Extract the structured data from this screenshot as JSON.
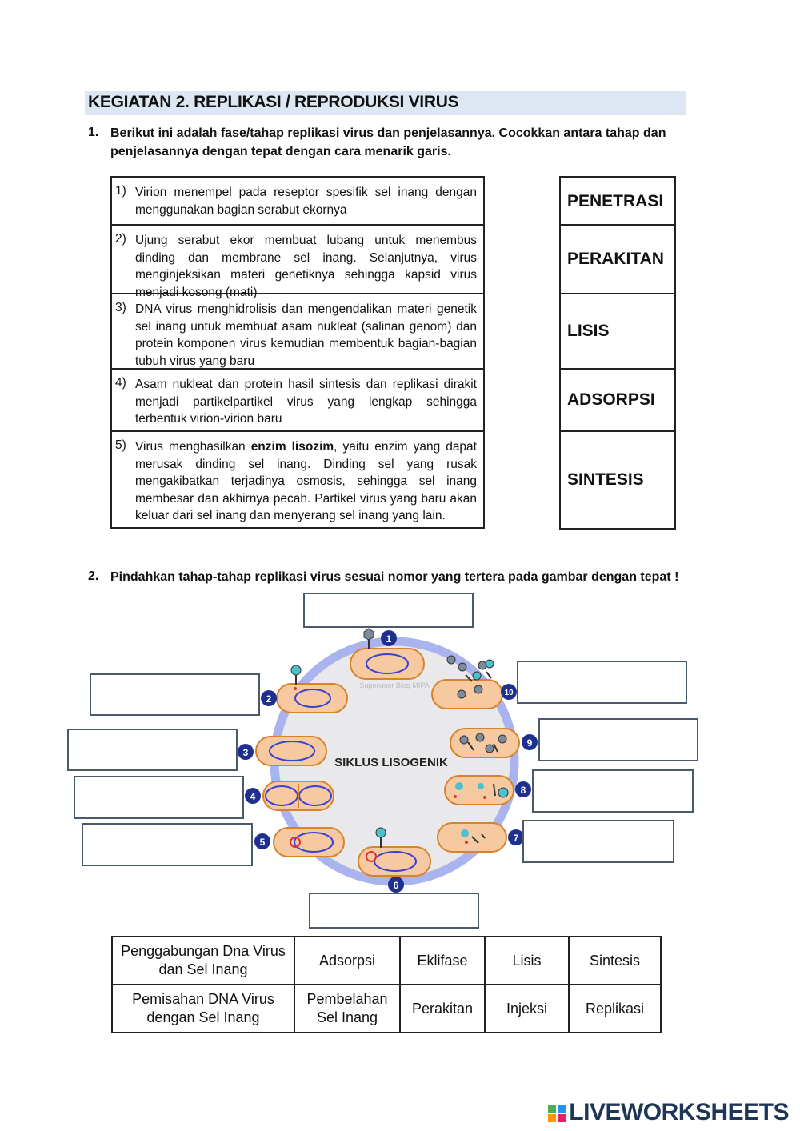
{
  "heading": "KEGIATAN 2. REPLIKASI / REPRODUKSI VIRUS",
  "question1": {
    "number": "1.",
    "text_line1": "Berikut ini adalah fase/tahap replikasi virus dan penjelasannya. Cocokkan antara tahap dan",
    "text_line2": "penjelasannya dengan tepat dengan cara menarik garis."
  },
  "descriptions": [
    {
      "n": "1)",
      "text": "Virion menempel pada reseptor spesifik sel inang dengan menggunakan bagian serabut ekornya"
    },
    {
      "n": "2)",
      "text": "Ujung serabut ekor membuat lubang untuk menembus dinding dan membrane sel inang. Selanjutnya, virus menginjeksikan materi genetiknya sehingga kapsid virus menjadi kosong (mati)"
    },
    {
      "n": "3)",
      "text": "DNA virus menghidrolisis dan mengendalikan materi genetik sel inang untuk membuat asam nukleat (salinan genom) dan protein komponen virus kemudian membentuk bagian-bagian tubuh virus yang baru"
    },
    {
      "n": "4)",
      "text": "Asam nukleat dan protein hasil sintesis dan replikasi dirakit menjadi partikelpartikel virus yang lengkap sehingga terbentuk virion-virion baru"
    },
    {
      "n": "5)",
      "text_before": "Virus menghasilkan ",
      "bold": "enzim lisozim",
      "text_after": ", yaitu enzim yang dapat merusak dinding sel inang. Dinding sel yang rusak mengakibatkan terjadinya osmosis, sehingga sel inang membesar dan akhirnya pecah. Partikel virus yang baru akan keluar dari sel inang dan menyerang sel inang yang lain."
    }
  ],
  "stages": [
    "PENETRASI",
    "PERAKITAN",
    "LISIS",
    "ADSORPSI",
    "SINTESIS"
  ],
  "question2": {
    "number": "2.",
    "text": "Pindahkan tahap-tahap replikasi virus sesuai nomor yang tertera pada gambar dengan tepat !"
  },
  "diagram": {
    "center_label": "SIKLUS LISOGENIK",
    "watermark": "Supervisor Blog MIPA",
    "step_numbers": [
      "1",
      "2",
      "3",
      "4",
      "5",
      "6",
      "7",
      "8",
      "9",
      "10"
    ],
    "colors": {
      "ring": "#a9b4ee",
      "cell_fill": "#f6c9a0",
      "cell_stroke": "#d9822b",
      "nucleus": "#3a3fd6",
      "badge": "#1f2f8f"
    }
  },
  "word_bank": [
    [
      "Penggabungan Dna Virus dan Sel Inang",
      "Adsorpsi",
      "Eklifase",
      "Lisis",
      "Sintesis"
    ],
    [
      "Pemisahan DNA Virus dengan Sel Inang",
      "Pembelahan Sel Inang",
      "Perakitan",
      "Injeksi",
      "Replikasi"
    ]
  ],
  "footer": {
    "brand": "LIVEWORKSHEETS"
  }
}
